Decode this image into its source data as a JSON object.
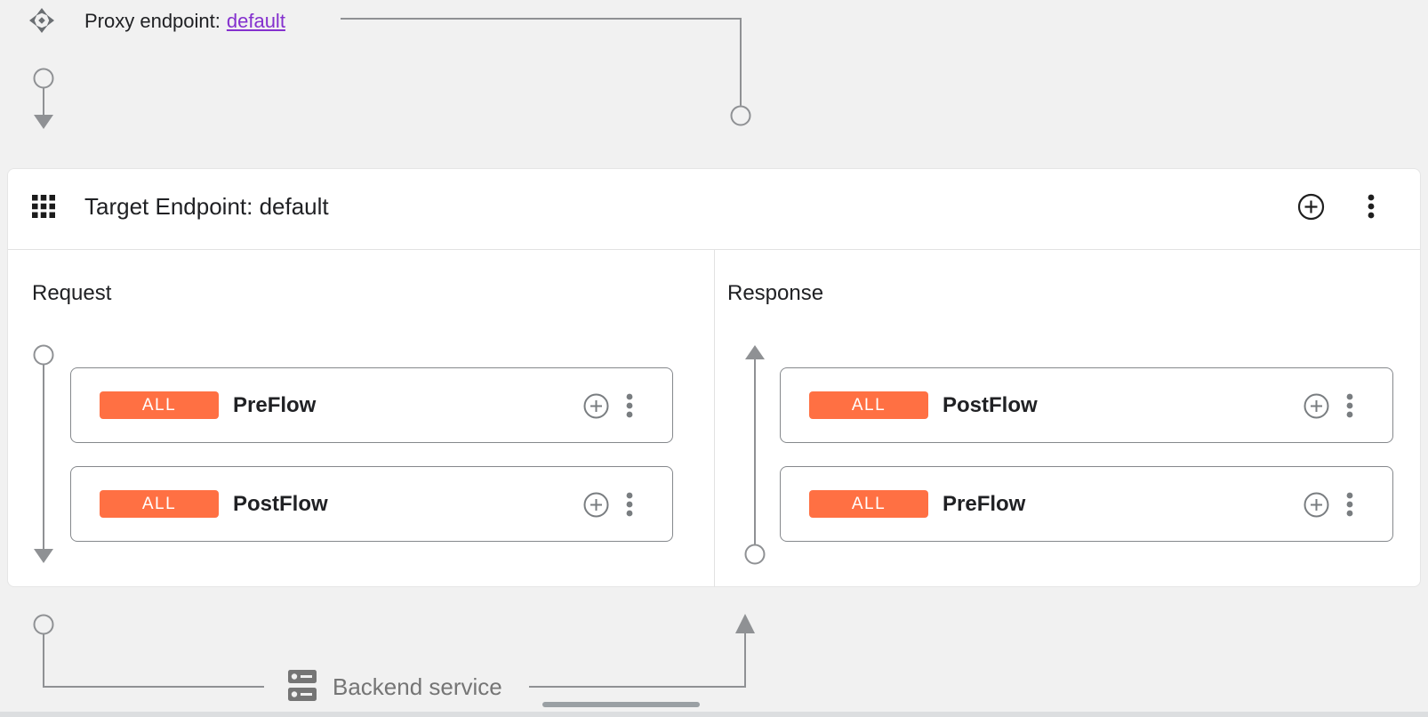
{
  "proxy": {
    "label": "Proxy endpoint:",
    "link": "default"
  },
  "target": {
    "title": "Target Endpoint: default",
    "request": {
      "label": "Request",
      "flows": [
        {
          "badge": "ALL",
          "name": "PreFlow"
        },
        {
          "badge": "ALL",
          "name": "PostFlow"
        }
      ]
    },
    "response": {
      "label": "Response",
      "flows": [
        {
          "badge": "ALL",
          "name": "PostFlow"
        },
        {
          "badge": "ALL",
          "name": "PreFlow"
        }
      ]
    }
  },
  "backend": {
    "label": "Backend service"
  },
  "colors": {
    "badge": "#ff7043",
    "link": "#8430ce",
    "connector": "#8f9194",
    "card_border": "#85888c",
    "muted_text": "#757575",
    "text": "#202124",
    "background": "#f1f1f1"
  }
}
